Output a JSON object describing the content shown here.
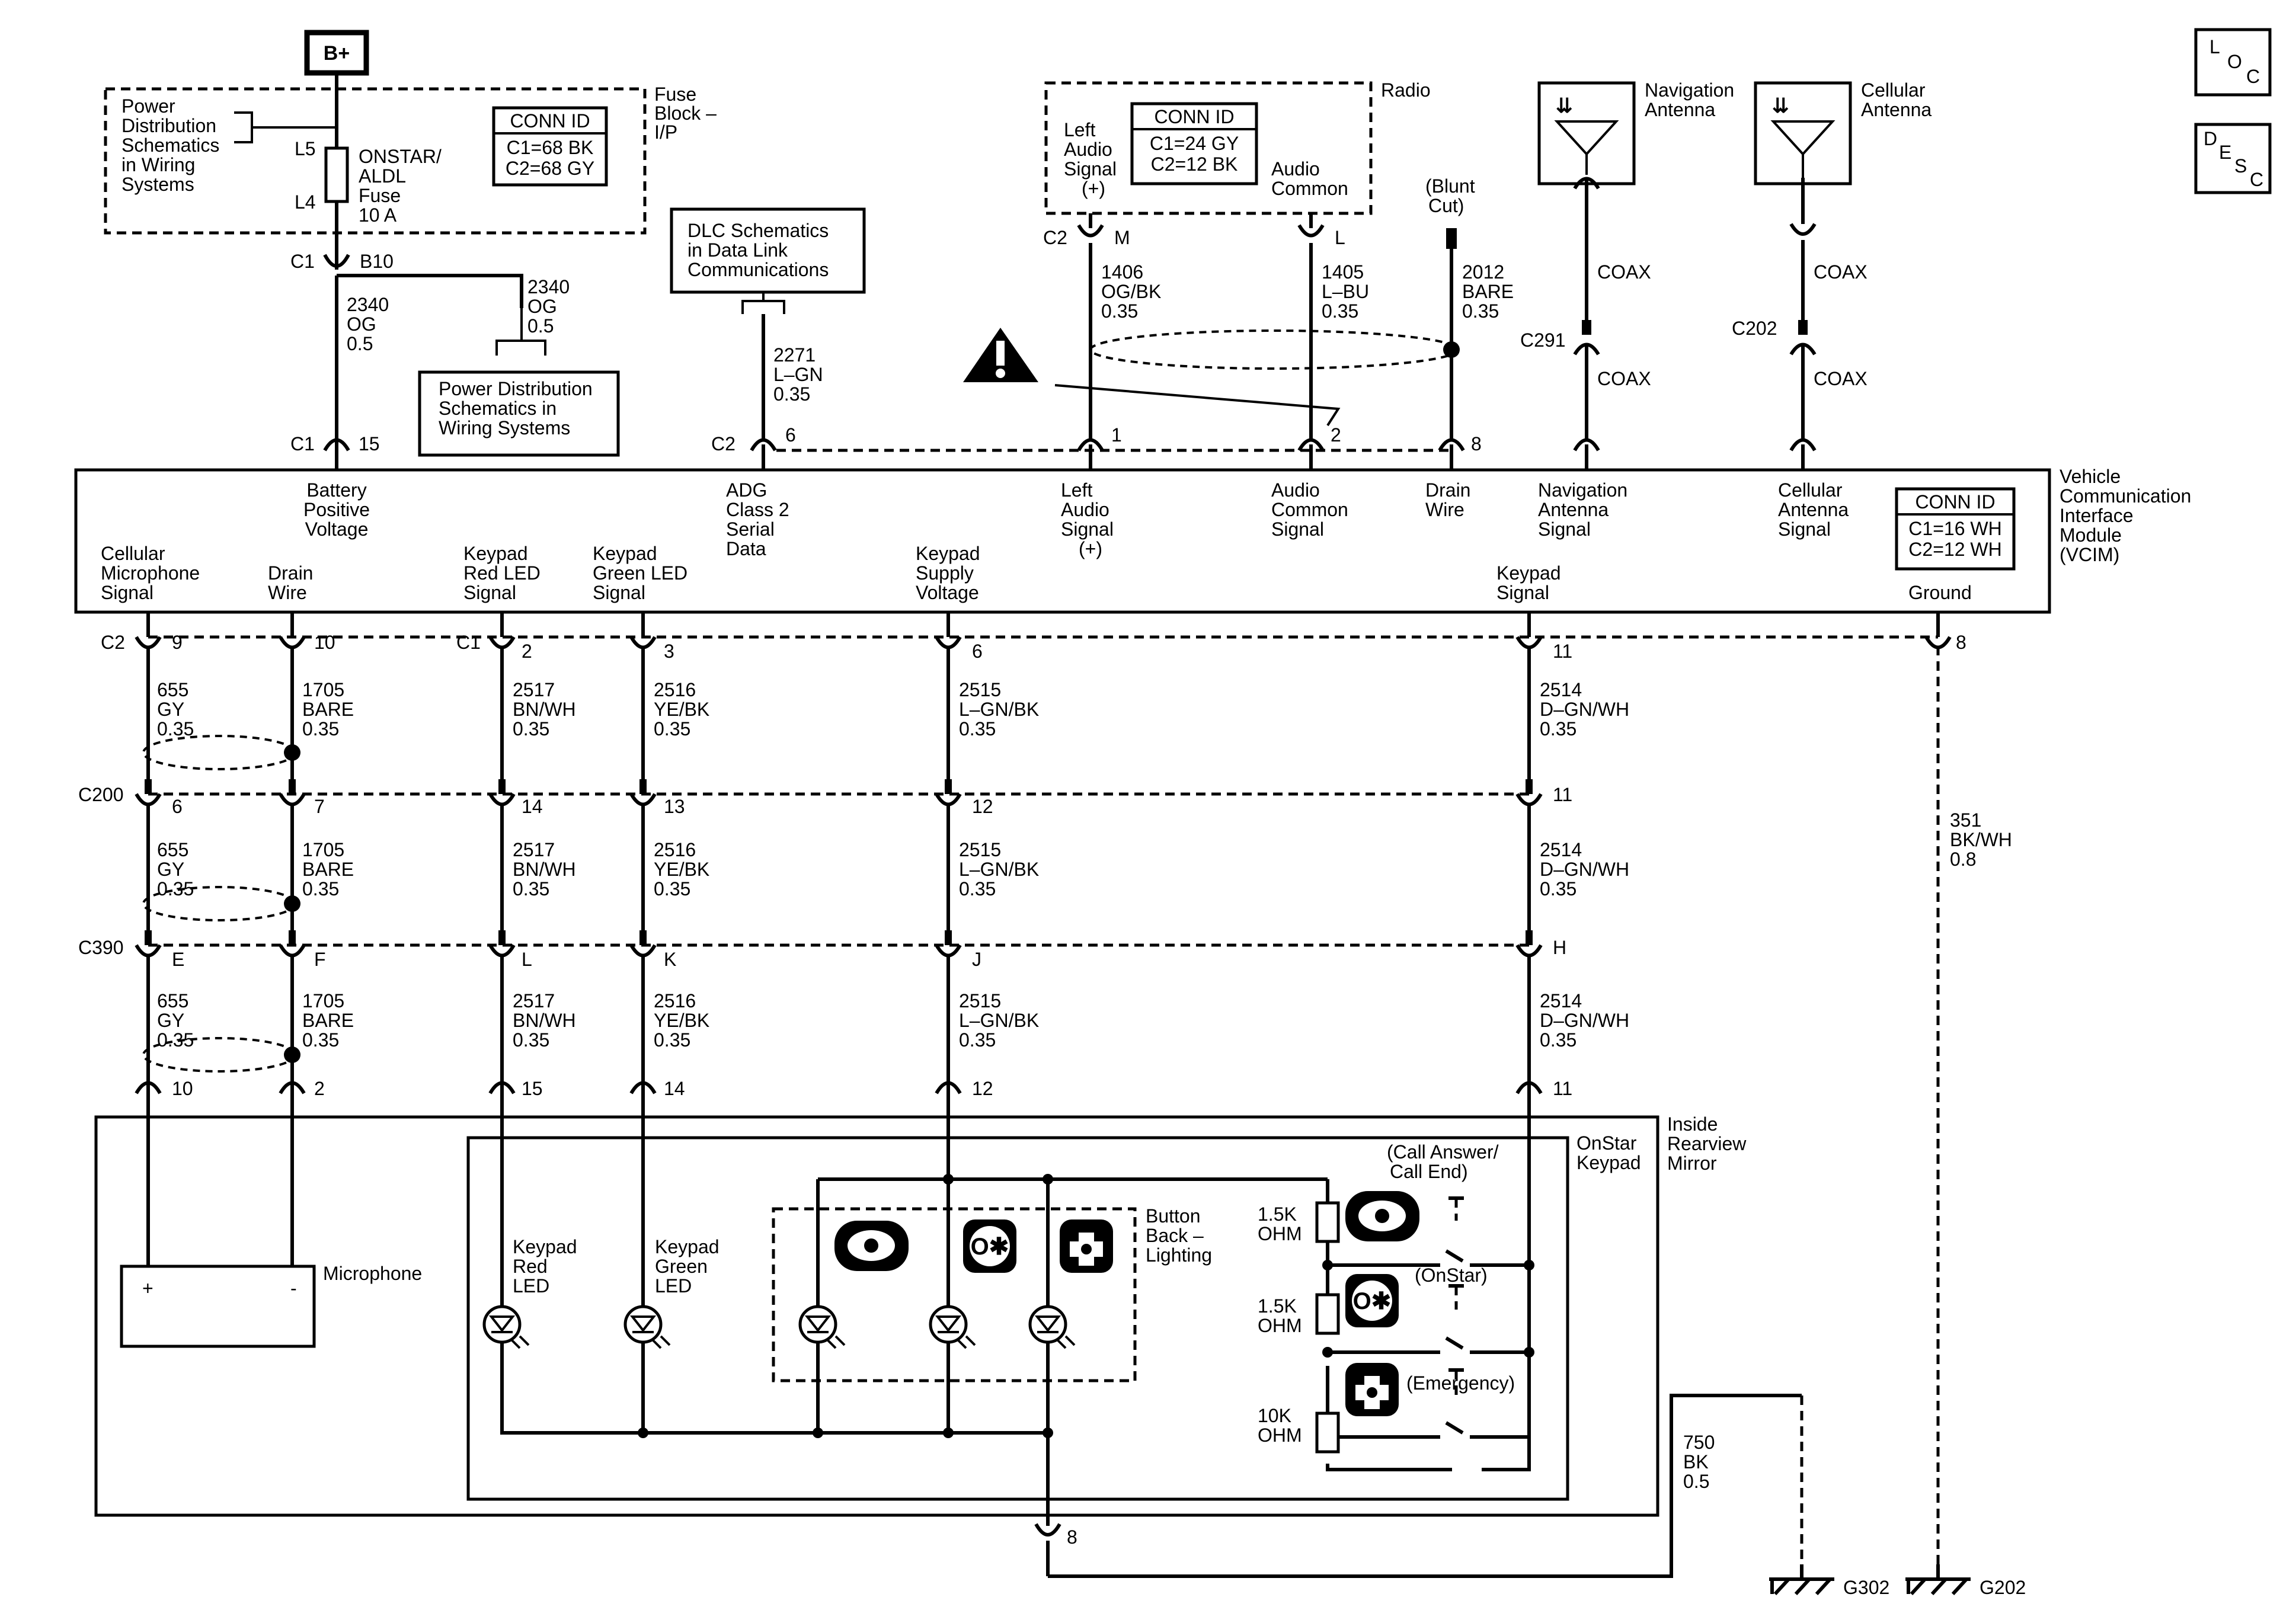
{
  "battery": "B+",
  "fuse_block": {
    "title_1": "Fuse",
    "title_2": "Block –",
    "title_3": "I/P",
    "pd_ref": [
      "Power",
      "Distribution",
      "Schematics",
      "in Wiring",
      "Systems"
    ],
    "fuse_name": [
      "ONSTAR/",
      "ALDL",
      "Fuse",
      "10 A"
    ],
    "pin_top": "L5",
    "pin_bottom": "L4",
    "conn_title": "CONN ID",
    "conn_c1": "C1=68 BK",
    "conn_c2": "C2=68 GY",
    "out_conn": "C1",
    "out_pin": "B10"
  },
  "pd_box": [
    "Power Distribution",
    "Schematics in",
    "Wiring Systems"
  ],
  "dlc_box": [
    "DLC Schematics",
    "in Data Link",
    "Communications"
  ],
  "radio": {
    "title": "Radio",
    "left_audio": [
      "Left",
      "Audio",
      "Signal",
      "(+)"
    ],
    "audio_common": [
      "Audio",
      "Common"
    ],
    "conn_title": "CONN ID",
    "conn_c1": "C1=24 GY",
    "conn_c2": "C2=12 BK",
    "conn": "C2",
    "pin_left": "M",
    "pin_common": "L"
  },
  "blunt_cut": [
    "(Blunt",
    "Cut)"
  ],
  "nav_antenna": [
    "Navigation",
    "Antenna"
  ],
  "cell_antenna": [
    "Cellular",
    "Antenna"
  ],
  "loc": [
    "L",
    "O",
    "C"
  ],
  "desc": [
    "D",
    "E",
    "S",
    "C"
  ],
  "wires_top": {
    "w2340a": [
      "2340",
      "OG",
      "0.5"
    ],
    "w2340b": [
      "2340",
      "OG",
      "0.5"
    ],
    "w2271": [
      "2271",
      "L–GN",
      "0.35"
    ],
    "w1406": [
      "1406",
      "OG/BK",
      "0.35"
    ],
    "w1405": [
      "1405",
      "L–BU",
      "0.35"
    ],
    "w2012": [
      "2012",
      "BARE",
      "0.35"
    ],
    "coax": "COAX",
    "c291": "C291",
    "c202": "C202"
  },
  "vcim": {
    "title": [
      "Vehicle",
      "Communication",
      "Interface",
      "Module",
      "(VCIM)"
    ],
    "conn_title": "CONN ID",
    "conn_c1": "C1=16 WH",
    "conn_c2": "C2=12 WH",
    "top_pins": [
      {
        "conn": "C1",
        "pin": "15",
        "label": [
          "Battery",
          "Positive",
          "Voltage"
        ]
      },
      {
        "conn": "C2",
        "pin": "6",
        "label": [
          "ADG",
          "Class 2",
          "Serial",
          "Data"
        ]
      },
      {
        "conn": "",
        "pin": "1",
        "label": [
          "Left",
          "Audio",
          "Signal",
          "(+)"
        ]
      },
      {
        "conn": "",
        "pin": "2",
        "label": [
          "Audio",
          "Common",
          "Signal"
        ]
      },
      {
        "conn": "",
        "pin": "8",
        "label": [
          "Drain",
          "Wire"
        ]
      },
      {
        "conn": "",
        "pin": "",
        "label": [
          "Navigation",
          "Antenna",
          "Signal"
        ]
      },
      {
        "conn": "",
        "pin": "",
        "label": [
          "Cellular",
          "Antenna",
          "Signal"
        ]
      }
    ],
    "bottom_labels": [
      [
        "Cellular",
        "Microphone",
        "Signal"
      ],
      [
        "Drain",
        "Wire"
      ],
      [
        "Keypad",
        "Red LED",
        "Signal"
      ],
      [
        "Keypad",
        "Green LED",
        "Signal"
      ],
      [
        "Keypad",
        "Supply",
        "Voltage"
      ],
      [
        "Keypad",
        "Signal"
      ],
      [
        "Ground"
      ]
    ]
  },
  "rows": [
    {
      "conn": "C2",
      "pins": [
        "9",
        "10",
        "C1",
        "2",
        "3",
        "6",
        "11",
        "8"
      ]
    },
    {
      "conn": "C200",
      "pins": [
        "6",
        "7",
        "14",
        "13",
        "12",
        "11"
      ]
    },
    {
      "conn": "C390",
      "pins": [
        "E",
        "F",
        "L",
        "K",
        "J",
        "H"
      ]
    },
    {
      "conn": "",
      "pins": [
        "10",
        "2",
        "15",
        "14",
        "12",
        "11"
      ]
    }
  ],
  "wire_labels": {
    "w655": [
      "655",
      "GY",
      "0.35"
    ],
    "w1705": [
      "1705",
      "BARE",
      "0.35"
    ],
    "w2517": [
      "2517",
      "BN/WH",
      "0.35"
    ],
    "w2516": [
      "2516",
      "YE/BK",
      "0.35"
    ],
    "w2515": [
      "2515",
      "L–GN/BK",
      "0.35"
    ],
    "w2514": [
      "2514",
      "D–GN/WH",
      "0.35"
    ],
    "w351": [
      "351",
      "BK/WH",
      "0.8"
    ],
    "w750": [
      "750",
      "BK",
      "0.5"
    ]
  },
  "mirror": {
    "title": [
      "Inside",
      "Rearview",
      "Mirror"
    ],
    "keypad_title": [
      "OnStar",
      "Keypad"
    ],
    "microphone": "Microphone",
    "mic_plus": "+",
    "mic_minus": "-",
    "red_led": [
      "Keypad",
      "Red",
      "LED"
    ],
    "green_led": [
      "Keypad",
      "Green",
      "LED"
    ],
    "backlight": [
      "Button",
      "Back –",
      "Lighting"
    ],
    "r1": [
      "1.5K",
      "OHM"
    ],
    "r2": [
      "1.5K",
      "OHM"
    ],
    "r3": [
      "10K",
      "OHM"
    ],
    "call": [
      "(Call Answer/",
      "Call End)"
    ],
    "onstar": "(OnStar)",
    "emergency": "(Emergency)",
    "out_pin": "8"
  },
  "grounds": [
    "G302",
    "G202"
  ]
}
